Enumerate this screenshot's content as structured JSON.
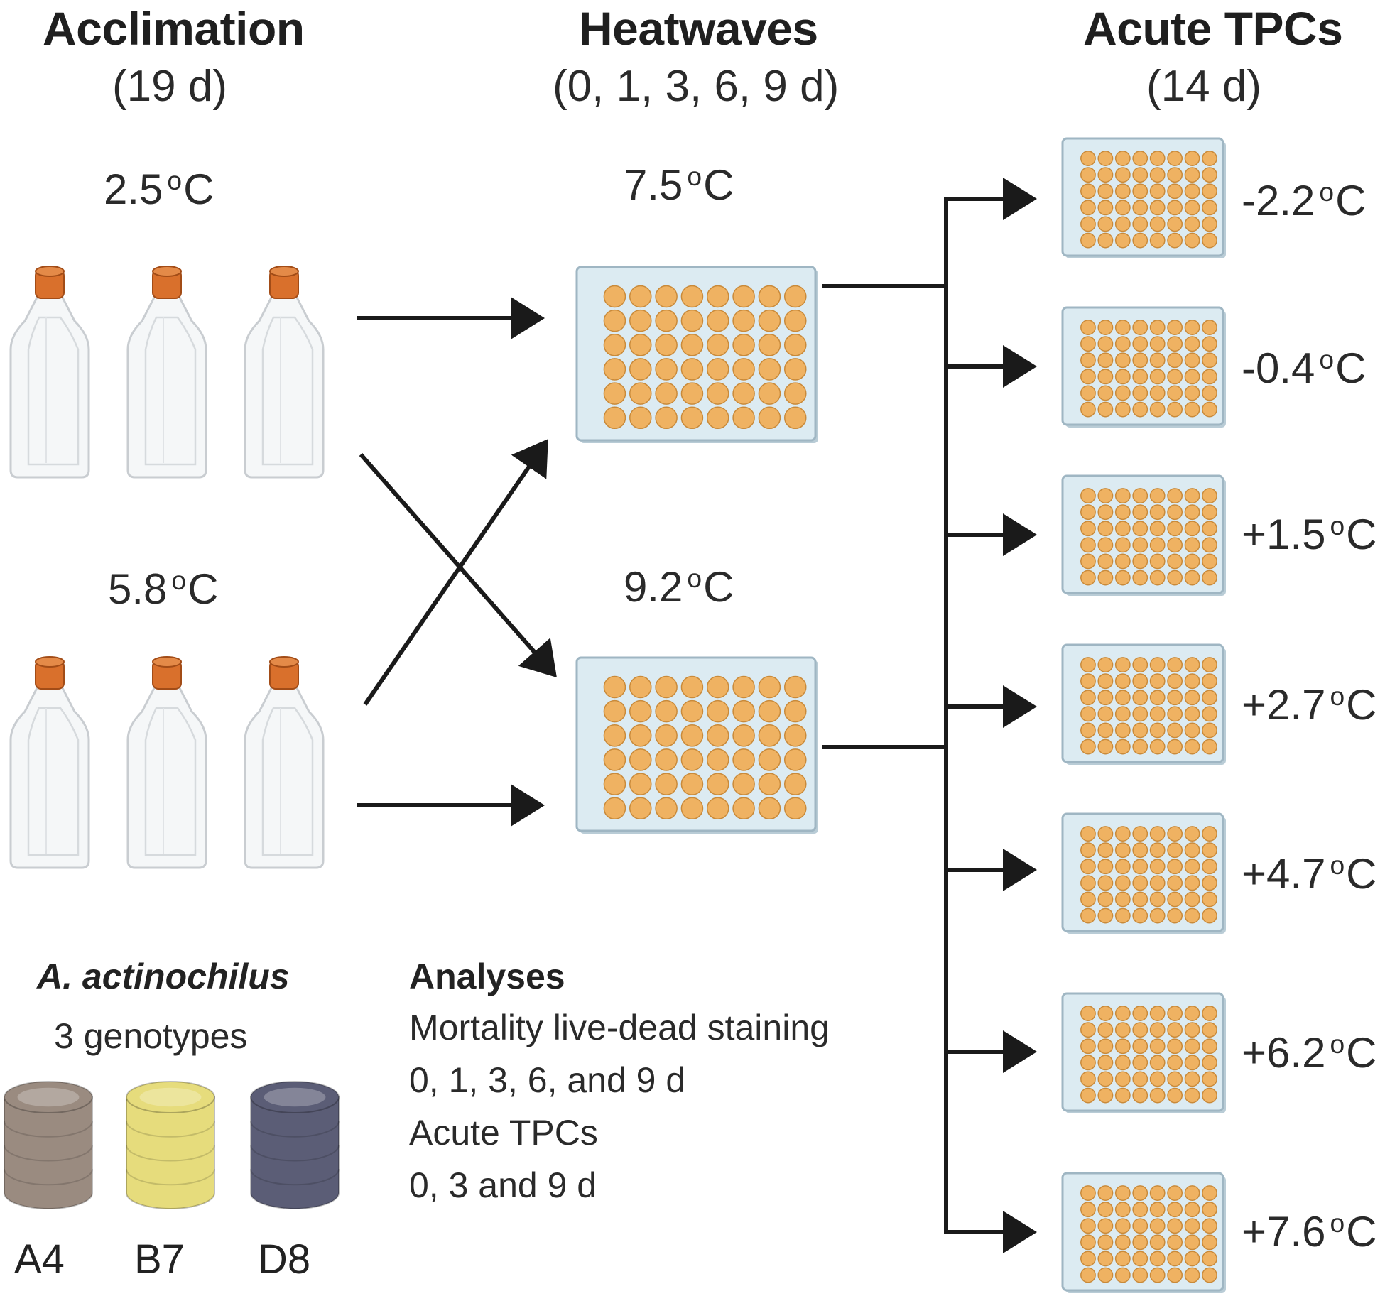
{
  "columns": {
    "acclimation": {
      "title": "Acclimation",
      "duration": "(19 d)"
    },
    "heatwaves": {
      "title": "Heatwaves",
      "duration": "(0, 1, 3, 6, 9 d)"
    },
    "tpcs": {
      "title": "Acute TPCs",
      "duration": "(14 d)"
    }
  },
  "acclimation_temps": [
    {
      "value": "2.5",
      "unit": "C",
      "deg": "o"
    },
    {
      "value": "5.8",
      "unit": "C",
      "deg": "o"
    }
  ],
  "heatwave_temps": [
    {
      "value": "7.5",
      "unit": "C",
      "deg": "o"
    },
    {
      "value": "9.2",
      "unit": "C",
      "deg": "o"
    }
  ],
  "tpc_temps": [
    {
      "value": "-2.2",
      "unit": "C",
      "deg": "o"
    },
    {
      "value": "-0.4",
      "unit": "C",
      "deg": "o"
    },
    {
      "value": "+1.5",
      "unit": "C",
      "deg": "o"
    },
    {
      "value": "+2.7",
      "unit": "C",
      "deg": "o"
    },
    {
      "value": "+4.7",
      "unit": "C",
      "deg": "o"
    },
    {
      "value": "+6.2",
      "unit": "C",
      "deg": "o"
    },
    {
      "value": "+7.6",
      "unit": "C",
      "deg": "o"
    }
  ],
  "species": {
    "name": "A. actinochilus",
    "genotypes_label": "3 genotypes",
    "genotypes": [
      {
        "id": "A4",
        "color": "#9a8b80"
      },
      {
        "id": "B7",
        "color": "#e6dc7c"
      },
      {
        "id": "D8",
        "color": "#5b5d76"
      }
    ]
  },
  "analyses": {
    "title": "Analyses",
    "lines": [
      "Mortality live-dead staining",
      "0, 1, 3, 6, and 9 d",
      "Acute TPCs",
      "0, 3 and 9 d"
    ]
  },
  "colors": {
    "flask_cap": "#d9702c",
    "plate_fill": "#dcebf2",
    "well_fill": "#efb262",
    "arrow": "#1a1a1a"
  }
}
